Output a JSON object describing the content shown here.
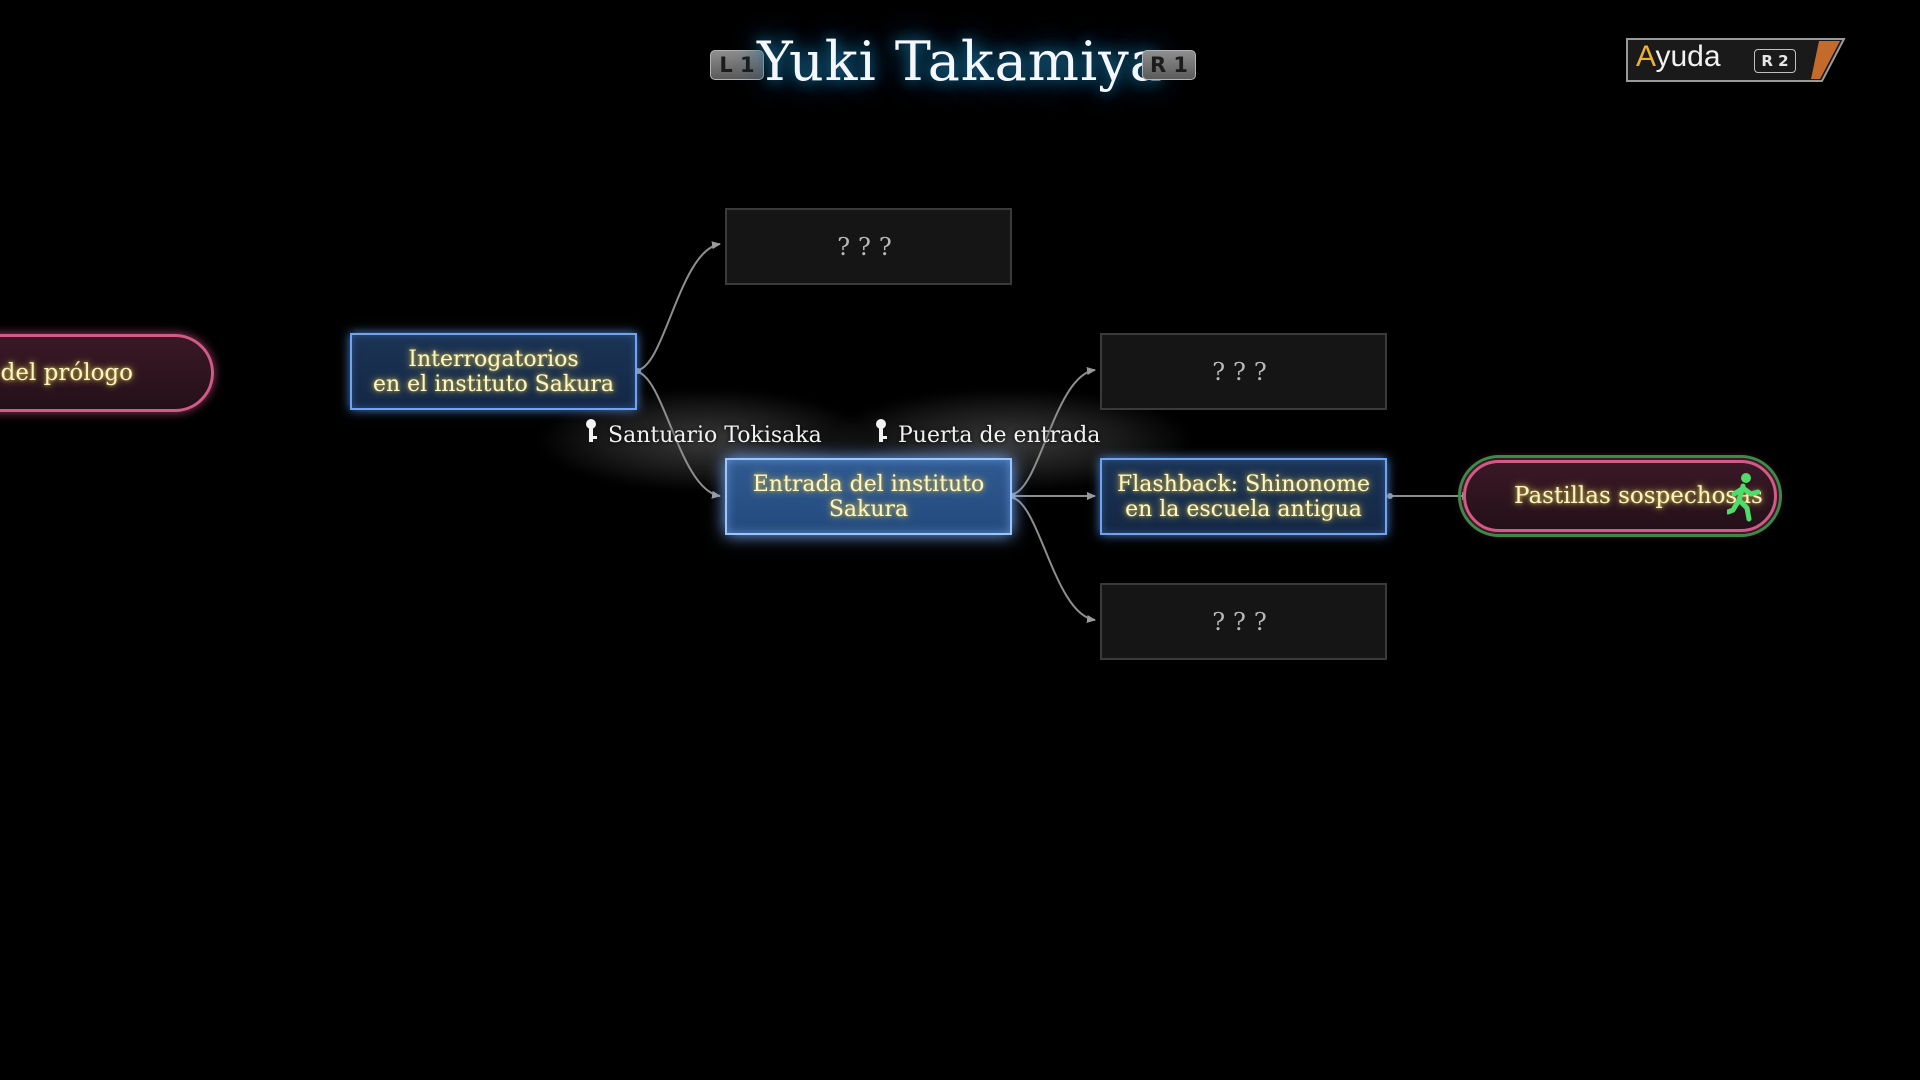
{
  "header": {
    "title": "Yuki Takamiya",
    "prev_button": "L 1",
    "next_button": "R 1",
    "help": {
      "first_letter": "A",
      "rest": "yuda",
      "key": "R 2"
    }
  },
  "colors": {
    "scene_border": "#6fa4f2",
    "chapter_border": "#d15b86",
    "node_text_glow": "#d6c45a",
    "title_glow": "#1e7aa8",
    "current_ring": "#3b8a48"
  },
  "flowchart": {
    "chapter_start": {
      "label": "n del prólogo"
    },
    "scenes": {
      "interrogatorios": {
        "label": "Interrogatorios\nen el instituto Sakura"
      },
      "entrada": {
        "label": "Entrada del instituto\nSakura"
      },
      "flashback": {
        "label": "Flashback: Shinonome\nen la escuela antigua"
      }
    },
    "locked": {
      "top": {
        "label": "???"
      },
      "middle": {
        "label": "???"
      },
      "bottom": {
        "label": "???"
      }
    },
    "chapter_end": {
      "label": "Pastillas sospechosas",
      "icon": "running-figure-icon"
    },
    "locations": [
      {
        "label": "Santuario Tokisaka",
        "icon": "key-pin-icon"
      },
      {
        "label": "Puerta de entrada",
        "icon": "key-pin-icon"
      }
    ]
  }
}
